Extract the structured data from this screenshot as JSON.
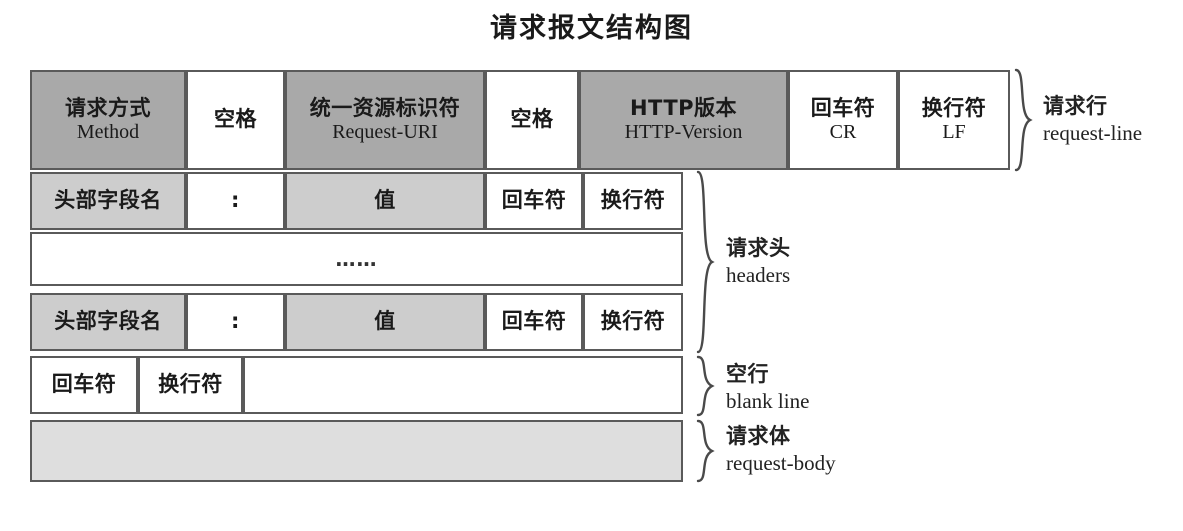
{
  "page": {
    "title": "请求报文结构图",
    "background": "#ffffff"
  },
  "colors": {
    "fill_dark": "#a9a9a9",
    "fill_mid": "#cdcdcd",
    "fill_light": "#dedede",
    "fill_white": "#ffffff",
    "border": "#5a5a5a",
    "text": "#1a1a1a"
  },
  "diagram": {
    "request_line": {
      "cells": [
        {
          "cn": "请求方式",
          "en": "Method",
          "fill": "dark"
        },
        {
          "cn": "空格",
          "en": "",
          "fill": "white"
        },
        {
          "cn": "统一资源标识符",
          "en": "Request-URI",
          "fill": "dark"
        },
        {
          "cn": "空格",
          "en": "",
          "fill": "white"
        },
        {
          "cn": "HTTP版本",
          "en": "HTTP-Version",
          "fill": "dark"
        },
        {
          "cn": "回车符",
          "en": "CR",
          "fill": "white"
        },
        {
          "cn": "换行符",
          "en": "LF",
          "fill": "white"
        }
      ]
    },
    "header_row_1": {
      "cells": [
        {
          "cn": "头部字段名",
          "fill": "mid"
        },
        {
          "cn": ":",
          "fill": "white"
        },
        {
          "cn": "值",
          "fill": "mid"
        },
        {
          "cn": "回车符",
          "fill": "white"
        },
        {
          "cn": "换行符",
          "fill": "white"
        }
      ]
    },
    "ellipsis_row": {
      "text": "……"
    },
    "header_row_2": {
      "cells": [
        {
          "cn": "头部字段名",
          "fill": "mid"
        },
        {
          "cn": ":",
          "fill": "white"
        },
        {
          "cn": "值",
          "fill": "mid"
        },
        {
          "cn": "回车符",
          "fill": "white"
        },
        {
          "cn": "换行符",
          "fill": "white"
        }
      ]
    },
    "blank_line_row": {
      "cells": [
        {
          "cn": "回车符",
          "fill": "white"
        },
        {
          "cn": "换行符",
          "fill": "white"
        },
        {
          "cn": "",
          "fill": "white"
        }
      ]
    },
    "body_row": {
      "cells": [
        {
          "cn": "",
          "fill": "light"
        }
      ]
    }
  },
  "annotations": [
    {
      "cn": "请求行",
      "en": "request-line"
    },
    {
      "cn": "请求头",
      "en": "headers"
    },
    {
      "cn": "空行",
      "en": "blank line"
    },
    {
      "cn": "请求体",
      "en": "request-body"
    }
  ]
}
